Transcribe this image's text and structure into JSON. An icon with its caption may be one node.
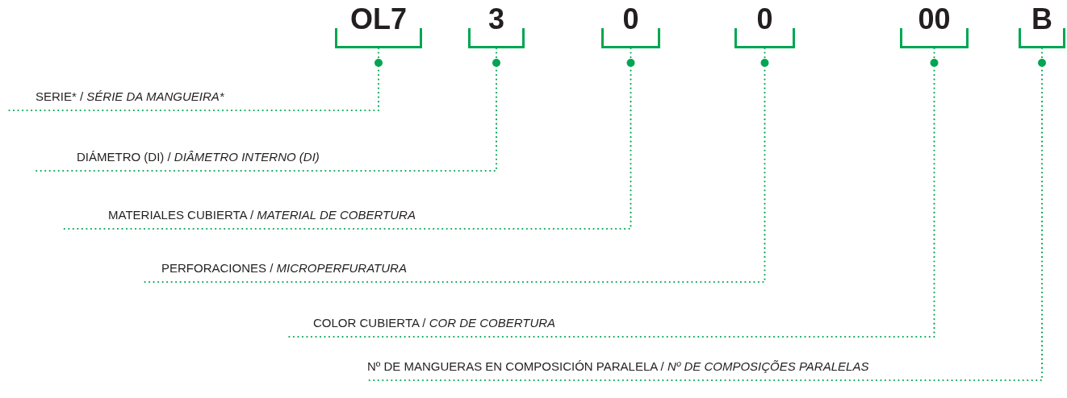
{
  "diagram": {
    "nodes": [
      {
        "text": [
          "OL7"
        ]
      },
      {
        "text": [
          "3"
        ]
      },
      {
        "text": [
          "0"
        ]
      },
      {
        "text": [
          "0"
        ]
      },
      {
        "text": [
          "00"
        ]
      },
      {
        "text": [
          "B"
        ]
      },
      {
        "text": [
          "SERIE* /",
          "SÉRIE DA MANGUEIRA*"
        ]
      },
      {
        "text": [
          "DIÁMETRO (DI) /",
          "DIÂMETRO INTERNO (DI)"
        ]
      },
      {
        "text": [
          "MATERIALES CUBIERTA /",
          "MATERIAL DE COBERTURA"
        ]
      },
      {
        "text": [
          "PERFORACIONES /",
          "MICROPERFURATURA"
        ]
      },
      {
        "text": [
          "COLOR CUBIERTA /",
          "COR DE COBERTURA"
        ]
      },
      {
        "text": [
          "Nº DE MANGUERAS EN COMPOSICIÓN PARALELA /",
          "Nº DE COMPOSIÇÕES PARALELAS"
        ]
      }
    ],
    "edges": [
      {
        "from": 0,
        "to": 6,
        "arrow": "other"
      },
      {
        "from": 1,
        "to": 7,
        "arrow": "other"
      },
      {
        "from": 2,
        "to": 8,
        "arrow": "other"
      },
      {
        "from": 3,
        "to": 9,
        "arrow": "other"
      },
      {
        "from": 4,
        "to": 10,
        "arrow": "other"
      },
      {
        "from": 5,
        "to": 11,
        "arrow": "other"
      }
    ]
  }
}
